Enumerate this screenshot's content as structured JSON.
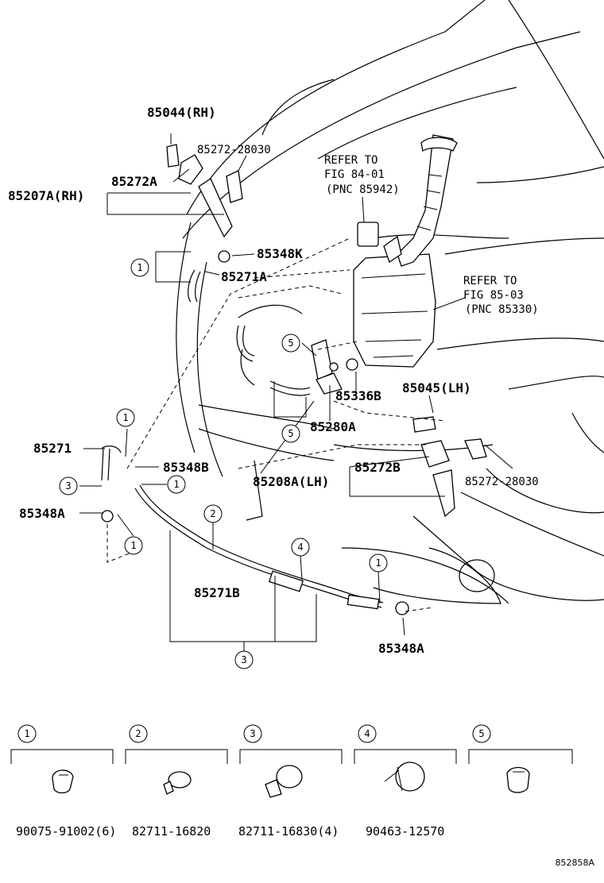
{
  "labels": {
    "p85044": "85044(RH)",
    "p85272_28030_top": "85272-28030",
    "p85272A": "85272A",
    "p85207A": "85207A(RH)",
    "refer1_l1": "REFER TO",
    "refer1_l2": "FIG 84-01",
    "refer1_l3": "(PNC 85942)",
    "p85348K": "85348K",
    "p85271A": "85271A",
    "refer2_l1": "REFER TO",
    "refer2_l2": "FIG 85-03",
    "refer2_l3": "(PNC 85330)",
    "p85336B": "85336B",
    "p85045": "85045(LH)",
    "p85280A": "85280A",
    "p85271": "85271",
    "p85348B": "85348B",
    "p85272B": "85272B",
    "p85208A": "85208A(LH)",
    "p85272_28030_bot": "85272-28030",
    "p85348A_left": "85348A",
    "p85271B": "85271B",
    "p85348A_right": "85348A"
  },
  "callouts": {
    "c1": "1",
    "c2": "2",
    "c3": "3",
    "c4": "4",
    "c5": "5"
  },
  "legend": [
    {
      "num": "1",
      "part": "90075-91002(6)"
    },
    {
      "num": "2",
      "part": "82711-16820"
    },
    {
      "num": "3",
      "part": "82711-16830(4)"
    },
    {
      "num": "4",
      "part": "90463-12570"
    },
    {
      "num": "5",
      "part": ""
    }
  ],
  "figure_id": "852858A"
}
